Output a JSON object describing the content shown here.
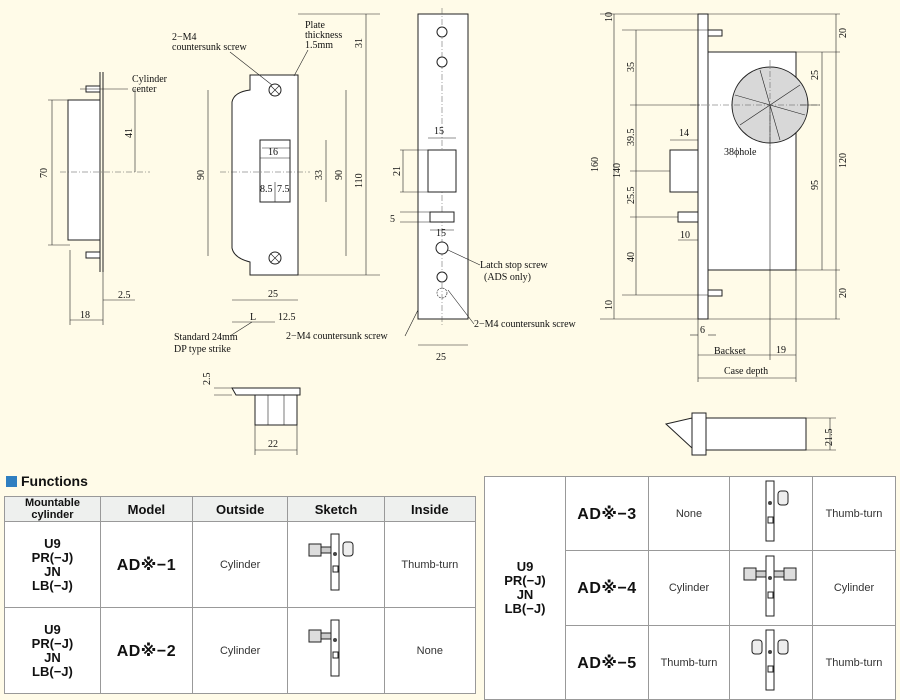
{
  "drawing": {
    "labels": {
      "cylinder_center": [
        "Cylinder",
        "center"
      ],
      "countersunk_top": [
        "2−M4",
        "countersunk screw"
      ],
      "plate_thickness": [
        "Plate",
        "thickness",
        "1.5mm"
      ],
      "standard_strike": [
        "Standard 24mm",
        "DP type strike"
      ],
      "countersunk_bottom_left": "2−M4 countersunk screw",
      "latch_stop_screw": "Latch stop screw",
      "ads_only": "(ADS only)",
      "countersunk_bottom_right": "2−M4 countersunk screw",
      "hole": "38ϕhole",
      "backset": "Backset",
      "case_depth": "Case depth",
      "L": "L"
    },
    "dims": [
      "70",
      "41",
      "2.5",
      "18",
      "90",
      "16",
      "33",
      "90",
      "110",
      "31",
      "8.5",
      "7.5",
      "25",
      "12.5",
      "15",
      "21",
      "5",
      "15",
      "25",
      "10",
      "35",
      "39.5",
      "25.5",
      "40",
      "10",
      "160",
      "140",
      "14",
      "10",
      "6",
      "19",
      "25",
      "120",
      "95",
      "20",
      "20",
      "22",
      "2.5",
      "21.5"
    ]
  },
  "functions": {
    "title": "Functions",
    "headers": {
      "cylinder": "Mountable cylinder",
      "model": "Model",
      "outside": "Outside",
      "sketch": "Sketch",
      "inside": "Inside"
    },
    "cylinder_group": "U9 PR(−J) JN LB(−J)",
    "rows_left": [
      {
        "model": "AD※−1",
        "outside": "Cylinder",
        "inside": "Thumb-turn"
      },
      {
        "model": "AD※−2",
        "outside": "Cylinder",
        "inside": "None"
      }
    ],
    "rows_right": [
      {
        "model": "AD※−3",
        "outside": "None",
        "inside": "Thumb-turn"
      },
      {
        "model": "AD※−4",
        "outside": "Cylinder",
        "inside": "Cylinder"
      },
      {
        "model": "AD※−5",
        "outside": "Thumb-turn",
        "inside": "Thumb-turn"
      }
    ]
  }
}
